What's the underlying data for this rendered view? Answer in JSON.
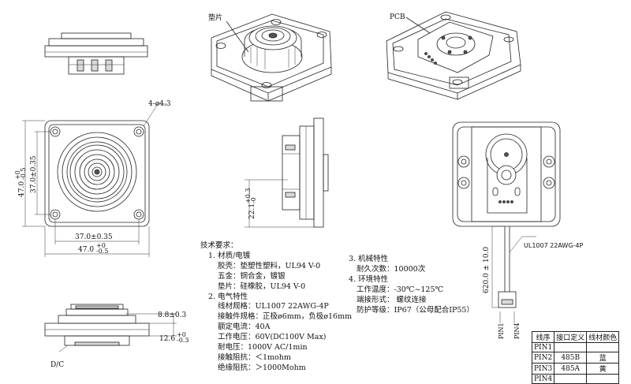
{
  "labels": {
    "washer": "垫片",
    "pcb": "PCB",
    "holes": "4-ø4.3",
    "cable": "UL1007 22AWG-4P",
    "dc": "D/C",
    "pin1": "PIN1",
    "pin4": "PIN4"
  },
  "dimensions": {
    "d47v_main": "47.0",
    "d47v_tol_up": "+0",
    "d47v_tol_dn": "-0.5",
    "d37v": "37.0±0.35",
    "d37h": "37.0±0.35",
    "d47h_main": "47.0",
    "d47h_tol_up": "+0",
    "d47h_tol_dn": "-0.5",
    "d22_main": "22.1",
    "d22_tol_up": "+0.3",
    "d22_tol_dn": "-0",
    "d88": "8.8±0.3",
    "d126_main": "12.6",
    "d126_tol_up": "+0",
    "d126_tol_dn": "-0.3",
    "d620": "620.0 ± 10.0"
  },
  "spec": {
    "title": "技术要求：",
    "s1": "1. 材质/电镀",
    "s1a": "胶壳：垫塑性塑料，UL94 V-0",
    "s1b": "五金：铜合金，镀银",
    "s1c": "垫片：硅橡胶，UL94 V-0",
    "s2": "2. 电气特性",
    "s2a": "线材规格：UL1007 22AWG-4P",
    "s2b": "接触件规格：正极ø6mm，负极ø16mm",
    "s2c": "额定电流：40A",
    "s2d": "工作电压：60V(DC100V Max)",
    "s2e": "耐电压：1000V AC/1min",
    "s2f": "接触阻抗：＜1mohm",
    "s2g": "绝缘阻抗：＞1000Mohm",
    "s3": "3. 机械特性",
    "s3a": "耐久次数：10000次",
    "s4": "4. 环境特性",
    "s4a": "工作温度：-30℃~125℃",
    "s4b": "端接形式：  螺纹连接",
    "s4c": "防护等级：IP67（公母配合IP55）"
  },
  "pin_table": {
    "headers": [
      "线序",
      "接口定义",
      "线材颜色"
    ],
    "rows": [
      [
        "PIN1",
        "",
        ""
      ],
      [
        "PIN2",
        "485B",
        "蓝"
      ],
      [
        "PIN3",
        "485A",
        "黄"
      ],
      [
        "PIN4",
        "",
        ""
      ]
    ]
  }
}
